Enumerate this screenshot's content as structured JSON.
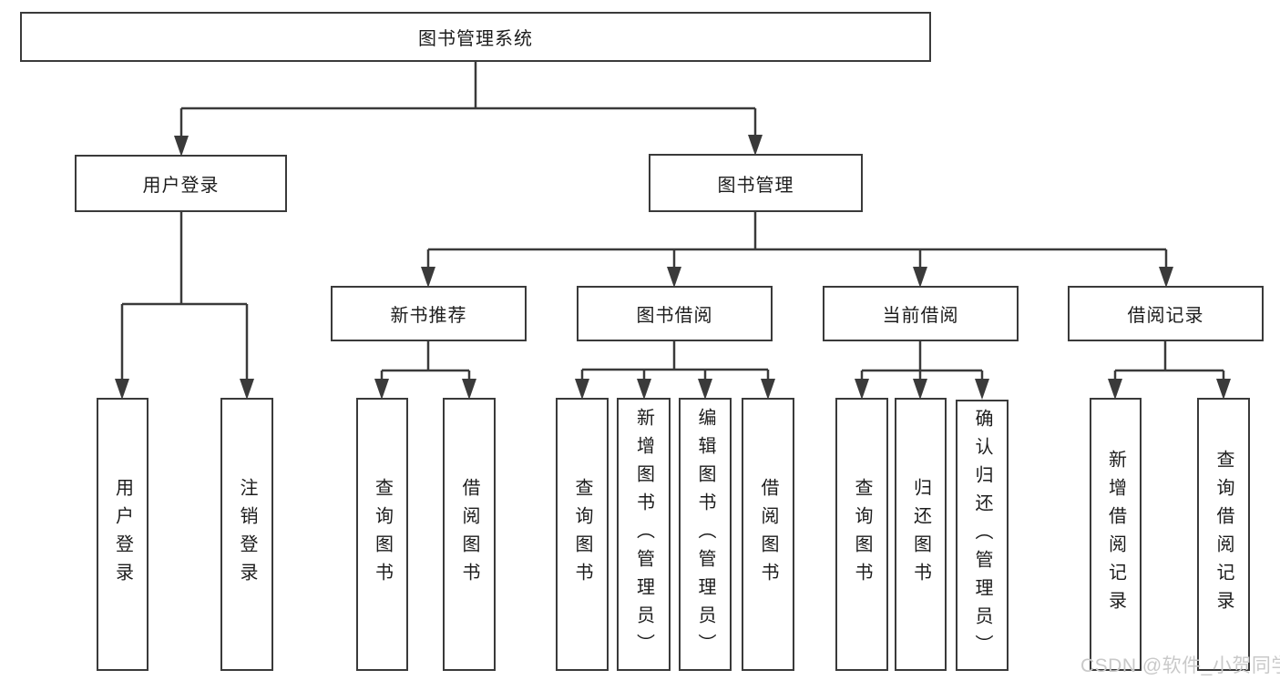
{
  "tree": {
    "root": {
      "label": "图书管理系统"
    },
    "children": [
      {
        "label": "用户登录",
        "children": [
          {
            "label": "用户登录"
          },
          {
            "label": "注销登录"
          }
        ]
      },
      {
        "label": "图书管理",
        "children": [
          {
            "label": "新书推荐",
            "children": [
              {
                "label": "查询图书"
              },
              {
                "label": "借阅图书"
              }
            ]
          },
          {
            "label": "图书借阅",
            "children": [
              {
                "label": "查询图书"
              },
              {
                "label": "新增图书（管理员）"
              },
              {
                "label": "编辑图书（管理员）"
              },
              {
                "label": "借阅图书"
              }
            ]
          },
          {
            "label": "当前借阅",
            "children": [
              {
                "label": "查询图书"
              },
              {
                "label": "归还图书"
              },
              {
                "label": "确认归还（管理员）"
              }
            ]
          },
          {
            "label": "借阅记录",
            "children": [
              {
                "label": "新增借阅记录"
              },
              {
                "label": "查询借阅记录"
              }
            ]
          }
        ]
      }
    ]
  },
  "watermark": {
    "text": "CSDN @软件_小贺同学"
  },
  "colors": {
    "line": "#3a3a3a",
    "text": "#1c1c1c",
    "watermark": "#c9c9c9",
    "background": "#ffffff"
  }
}
